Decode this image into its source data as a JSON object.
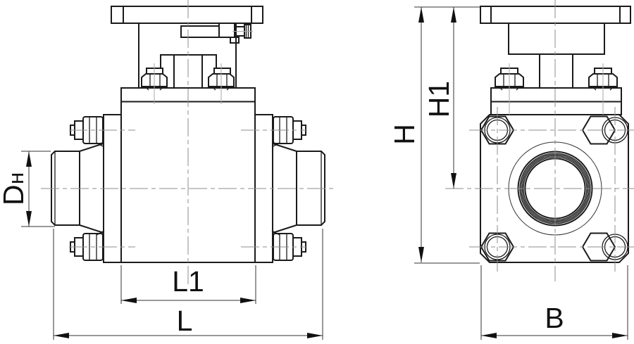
{
  "drawing": {
    "background": "#ffffff",
    "line_color": "#1b1b1b",
    "centerline_color": "#8c8c8c",
    "dimensions": {
      "Dn": {
        "prefix": "D",
        "subscript": "н"
      },
      "L1": "L1",
      "L": "L",
      "H": "H",
      "H1": "H1",
      "B": "B"
    }
  }
}
